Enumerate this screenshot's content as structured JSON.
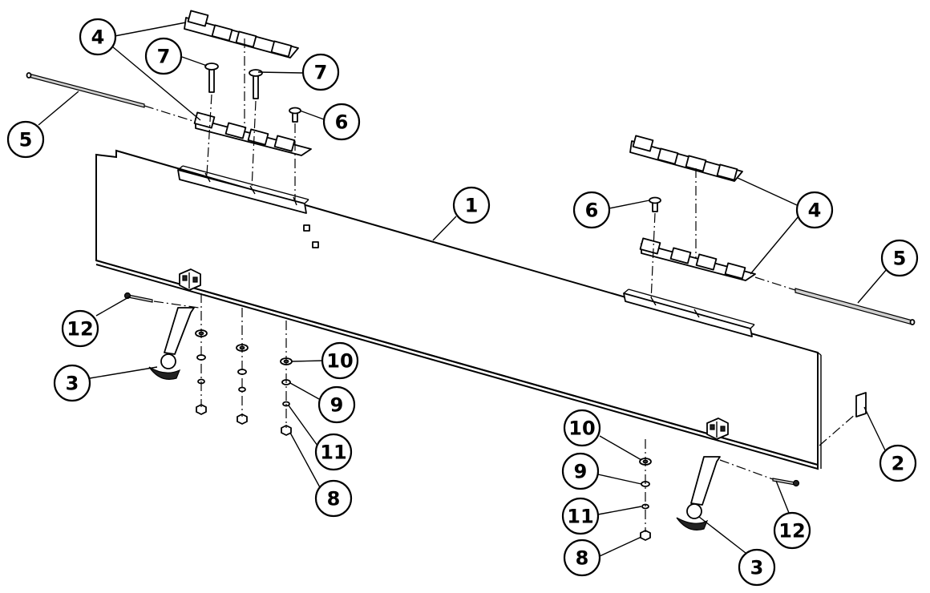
{
  "callouts": [
    {
      "label": "1"
    },
    {
      "label": "2"
    },
    {
      "label": "3"
    },
    {
      "label": "3"
    },
    {
      "label": "4"
    },
    {
      "label": "4"
    },
    {
      "label": "5"
    },
    {
      "label": "5"
    },
    {
      "label": "6"
    },
    {
      "label": "6"
    },
    {
      "label": "7"
    },
    {
      "label": "7"
    },
    {
      "label": "8"
    },
    {
      "label": "8"
    },
    {
      "label": "9"
    },
    {
      "label": "9"
    },
    {
      "label": "10"
    },
    {
      "label": "10"
    },
    {
      "label": "11"
    },
    {
      "label": "11"
    },
    {
      "label": "12"
    },
    {
      "label": "12"
    }
  ]
}
